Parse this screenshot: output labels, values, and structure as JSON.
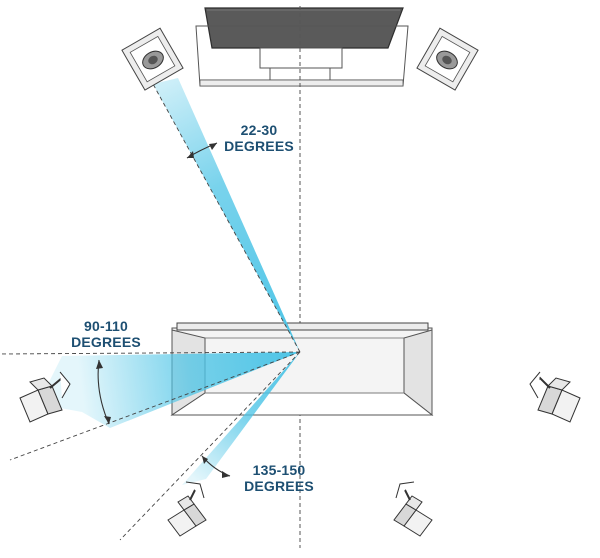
{
  "labels": {
    "front": {
      "range": "22-30",
      "unit": "DEGREES"
    },
    "side": {
      "range": "90-110",
      "unit": "DEGREES"
    },
    "rear": {
      "range": "135-150",
      "unit": "DEGREES"
    }
  },
  "colors": {
    "beam": "#4cc4e6",
    "label_text": "#1d4f72",
    "line": "#3a3a3a",
    "tv_screen": "#555555",
    "sofa_fill": "#f2f2f2",
    "speaker_fill": "#eeeeee"
  },
  "icons": [
    "tv",
    "speaker-front-left",
    "speaker-front-right",
    "sofa",
    "speaker-side-left",
    "speaker-side-right",
    "speaker-rear-left",
    "speaker-rear-right"
  ]
}
